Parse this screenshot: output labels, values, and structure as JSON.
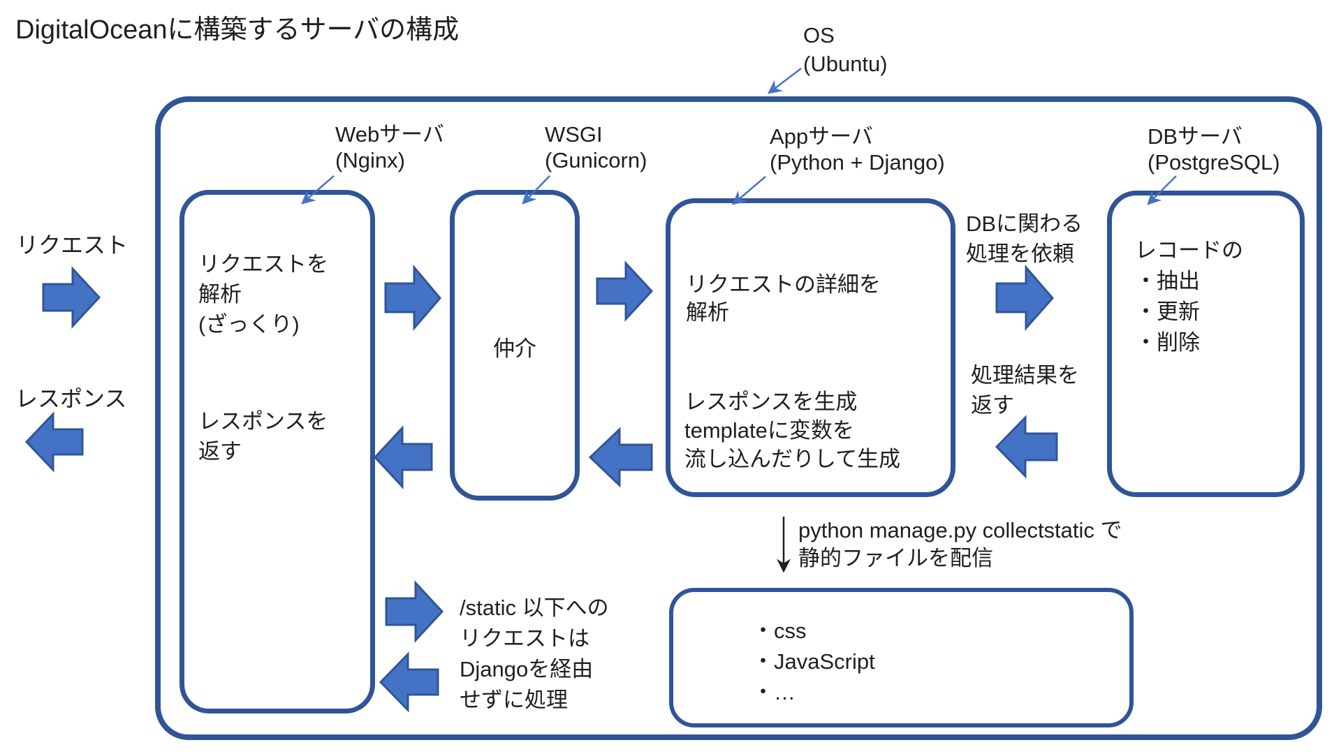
{
  "title": "DigitalOceanに構築するサーバの構成",
  "os_label": "OS\n(Ubuntu)",
  "side": {
    "request": "リクエスト",
    "response": "レスポンス"
  },
  "nodes": {
    "web": {
      "label": "Webサーバ\n(Nginx)",
      "body_top": "リクエストを\n解析\n(ざっくり)",
      "body_bottom": "レスポンスを\n返す"
    },
    "wsgi": {
      "label": "WSGI\n(Gunicorn)",
      "body": "仲介"
    },
    "app": {
      "label": "Appサーバ\n(Python + Django)",
      "body_top": "リクエストの詳細を\n解析",
      "body_bottom": "レスポンスを生成\ntemplateに変数を\n流し込んだりして生成"
    },
    "db": {
      "label": "DBサーバ\n(PostgreSQL)",
      "body": "レコードの\n・抽出\n・更新\n・削除"
    },
    "static_files": {
      "body": "・css\n・JavaScript\n・…"
    }
  },
  "annotations": {
    "db_request": "DBに関わる\n処理を依頼",
    "db_response": "処理結果を\n返す",
    "collectstatic": "python manage.py collectstatic で\n静的ファイルを配信",
    "static_note": "/static 以下への\nリクエストは\nDjangoを経由\nせずに処理"
  },
  "arrows": [
    "request-into-nginx",
    "response-out-of-nginx",
    "nginx-to-wsgi",
    "wsgi-to-app",
    "app-to-wsgi-return",
    "wsgi-to-nginx-return",
    "app-to-db",
    "db-to-app-return",
    "nginx-to-static-request",
    "static-to-nginx-response",
    "collectstatic-down"
  ],
  "colors": {
    "box_border": "#2F5597",
    "arrow_fill": "#4472C4",
    "arrow_stroke": "#2F5597",
    "pointer_line": "#4472C4",
    "text": "#1F1F1F"
  }
}
